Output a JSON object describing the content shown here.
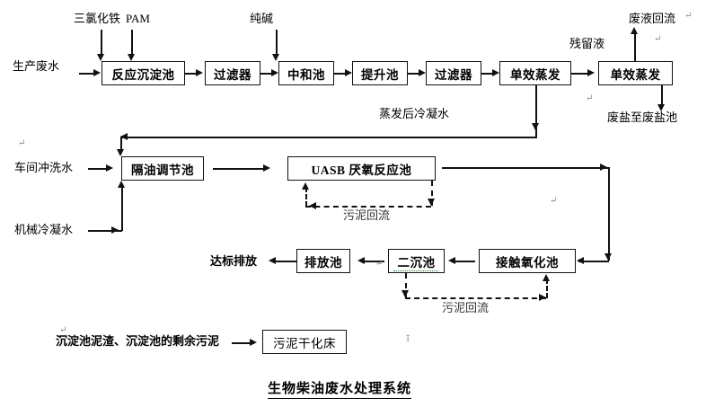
{
  "diagram": {
    "title": "生物柴油废水处理系统",
    "inputs": {
      "production_wastewater": "生产废水",
      "workshop_flush_water": "车间冲洗水",
      "mechanical_condensate": "机械冷凝水",
      "sludge_source": "沉淀池泥渣、沉淀池的剩余污泥"
    },
    "dosing": {
      "ferric_chloride": "三氯化铁",
      "pam": "PAM",
      "soda_ash": "纯碱"
    },
    "stream_labels": {
      "residual_liquid": "残留液",
      "waste_liquid_return": "废液回流",
      "waste_salt_to_pond": "废盐至废盐池",
      "condensate_after_evaporation": "蒸发后冷凝水",
      "sludge_return_uasb": "污泥回流",
      "sludge_return_secondary": "污泥回流",
      "compliant_discharge": "达标排放"
    },
    "boxes": {
      "reaction_sedimentation_tank": "反应沉淀池",
      "filter_1": "过滤器",
      "neutralization_tank": "中和池",
      "lift_tank": "提升池",
      "filter_2": "过滤器",
      "single_effect_evaporator_1": "单效蒸发",
      "single_effect_evaporator_2": "单效蒸发",
      "oil_separation_regulating_tank": "隔油调节池",
      "uasb_anaerobic_reactor": "UASB 厌氧反应池",
      "contact_oxidation_tank": "接触氧化池",
      "secondary_sedimentation_tank": "二沉池",
      "discharge_tank": "排放池",
      "sludge_drying_bed": "污泥干化床"
    },
    "colors": {
      "line": "#111111",
      "background": "#ffffff",
      "text": "#000000"
    }
  }
}
